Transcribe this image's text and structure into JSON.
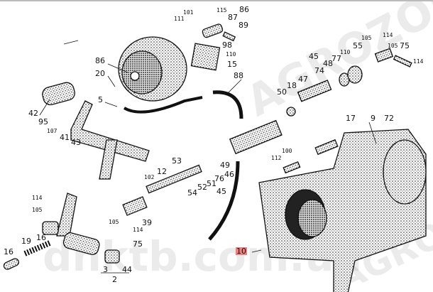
{
  "diagram": {
    "watermarks": [
      "AGROZONA",
      "dnktb.com.ua",
      "AGRO"
    ],
    "highlighted_part": "10",
    "labels": [
      "101",
      "111",
      "115",
      "86",
      "87",
      "89",
      "98",
      "110",
      "15",
      "86",
      "20",
      "5",
      "42",
      "95",
      "107",
      "41",
      "43",
      "88",
      "45",
      "77",
      "48",
      "74",
      "55",
      "110",
      "105",
      "114",
      "105",
      "75",
      "114",
      "50",
      "18",
      "47",
      "17",
      "9",
      "72",
      "53",
      "12",
      "102",
      "52",
      "51",
      "54",
      "49",
      "76",
      "46",
      "45",
      "100",
      "112",
      "114",
      "105",
      "105",
      "114",
      "75",
      "39",
      "16",
      "19",
      "16",
      "3",
      "44",
      "2",
      "10"
    ]
  }
}
